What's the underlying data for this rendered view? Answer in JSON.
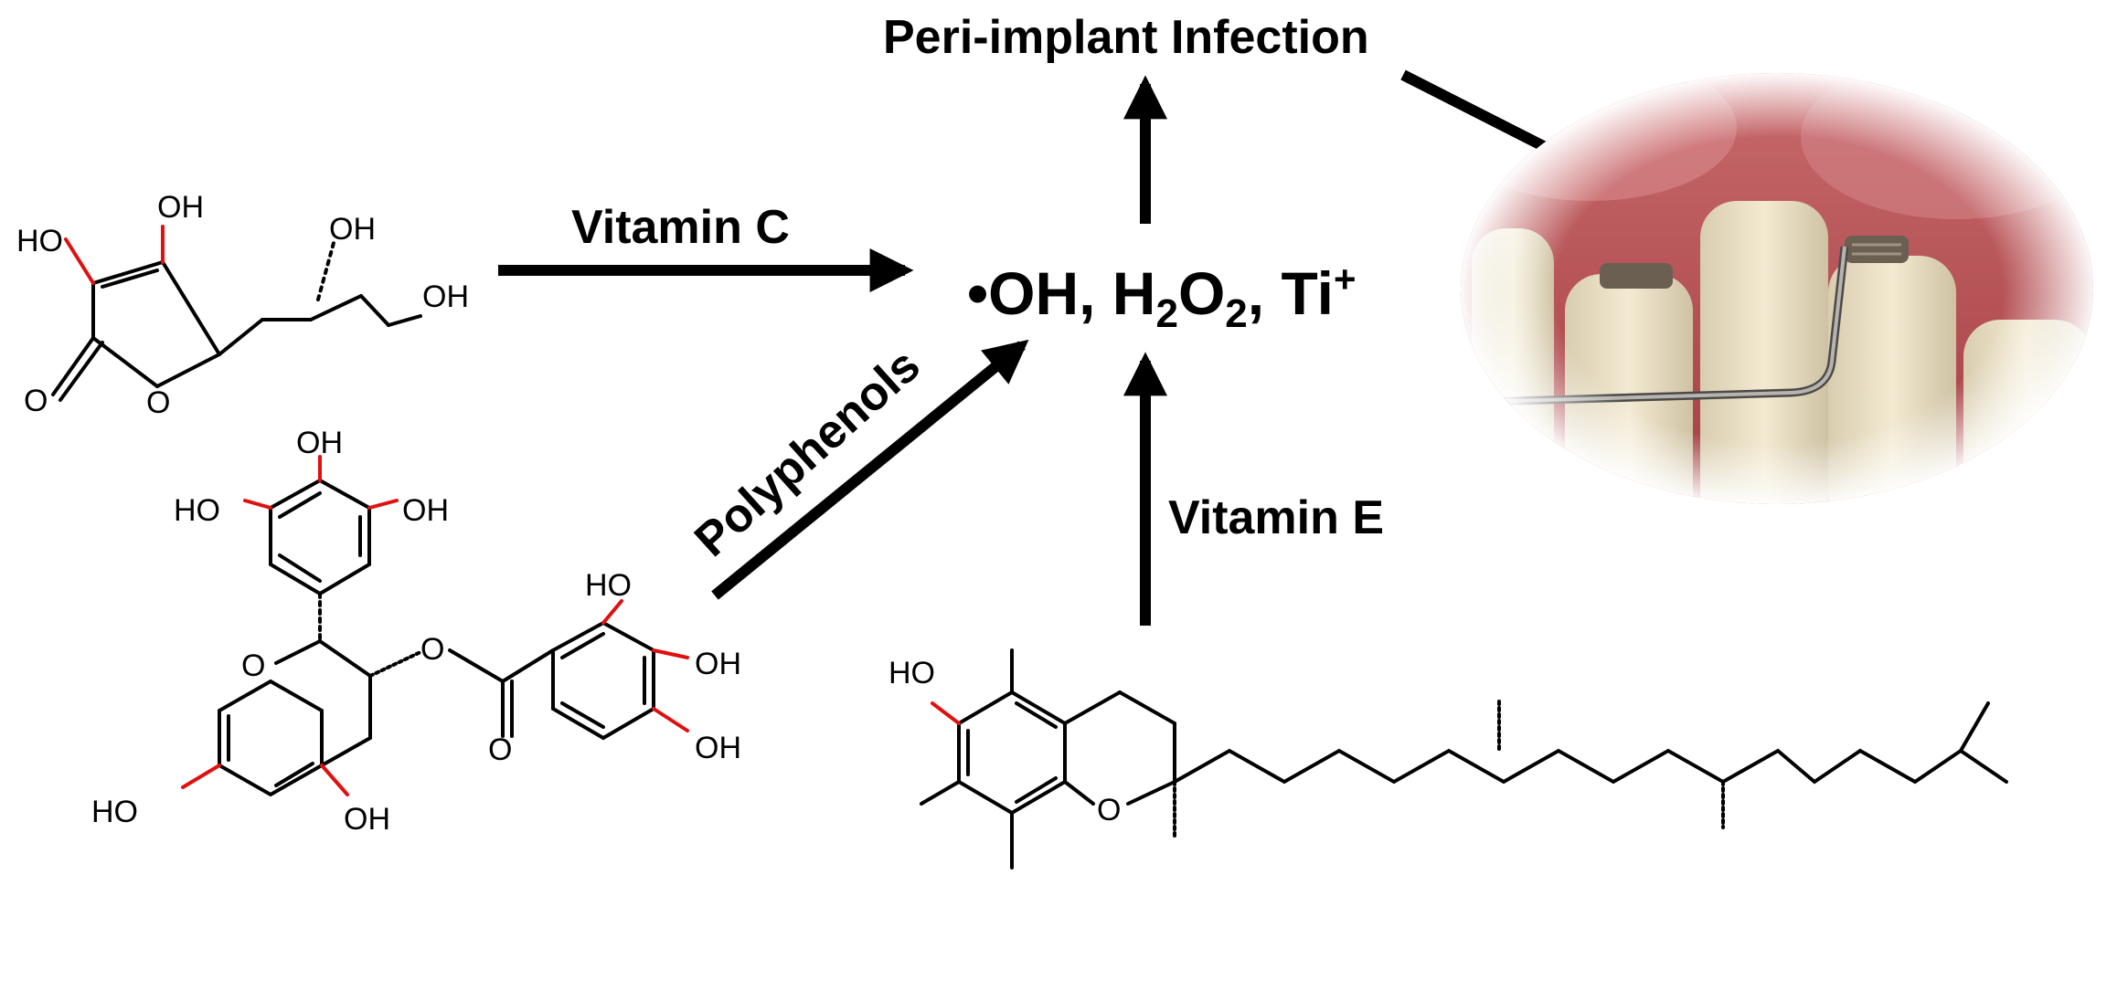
{
  "labels": {
    "peri_implant": "Peri-implant Infection",
    "vitamin_c": "Vitamin C",
    "polyphenols": "Polyphenols",
    "vitamin_e": "Vitamin E"
  },
  "center_species": {
    "bullet": "•",
    "oh": "OH,",
    "h": "H",
    "sub2a": "2",
    "o": "O",
    "sub2b": "2",
    "comma": ",",
    "ti": "Ti",
    "plus": "+"
  },
  "atoms": {
    "oh": "OH",
    "ho": "HO",
    "o": "O"
  },
  "colors": {
    "bond": "#000000",
    "hydroxyl_bond": "#e01010",
    "gum": "#b84e52",
    "tooth": "#eee3c8"
  }
}
